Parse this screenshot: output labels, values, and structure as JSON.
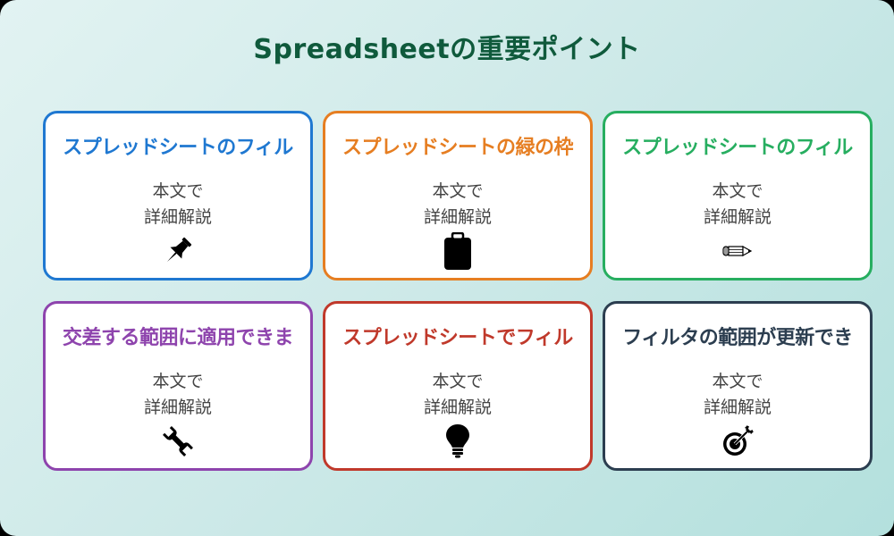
{
  "title": "Spreadsheetの重要ポイント",
  "colors": {
    "title": "#0f5a3c",
    "background_start": "#e2f3f2",
    "background_end": "#b3e0dd"
  },
  "cards": [
    {
      "title": "スプレッドシートのフィル",
      "body_line1": "本文で",
      "body_line2": "詳細解説",
      "icon": "pushpin-icon",
      "color": "#1f78d1"
    },
    {
      "title": "スプレッドシートの緑の枠",
      "body_line1": "本文で",
      "body_line2": "詳細解説",
      "icon": "clipboard-icon",
      "color": "#e67e22"
    },
    {
      "title": "スプレッドシートのフィル",
      "body_line1": "本文で",
      "body_line2": "詳細解説",
      "icon": "pencil-icon",
      "color": "#27ae60"
    },
    {
      "title": "交差する範囲に適用できま",
      "body_line1": "本文で",
      "body_line2": "詳細解説",
      "icon": "wrench-icon",
      "color": "#8e44ad"
    },
    {
      "title": "スプレッドシートでフィル",
      "body_line1": "本文で",
      "body_line2": "詳細解説",
      "icon": "lightbulb-icon",
      "color": "#c0392b"
    },
    {
      "title": "フィルタの範囲が更新でき",
      "body_line1": "本文で",
      "body_line2": "詳細解説",
      "icon": "target-icon",
      "color": "#2c3e50"
    }
  ]
}
